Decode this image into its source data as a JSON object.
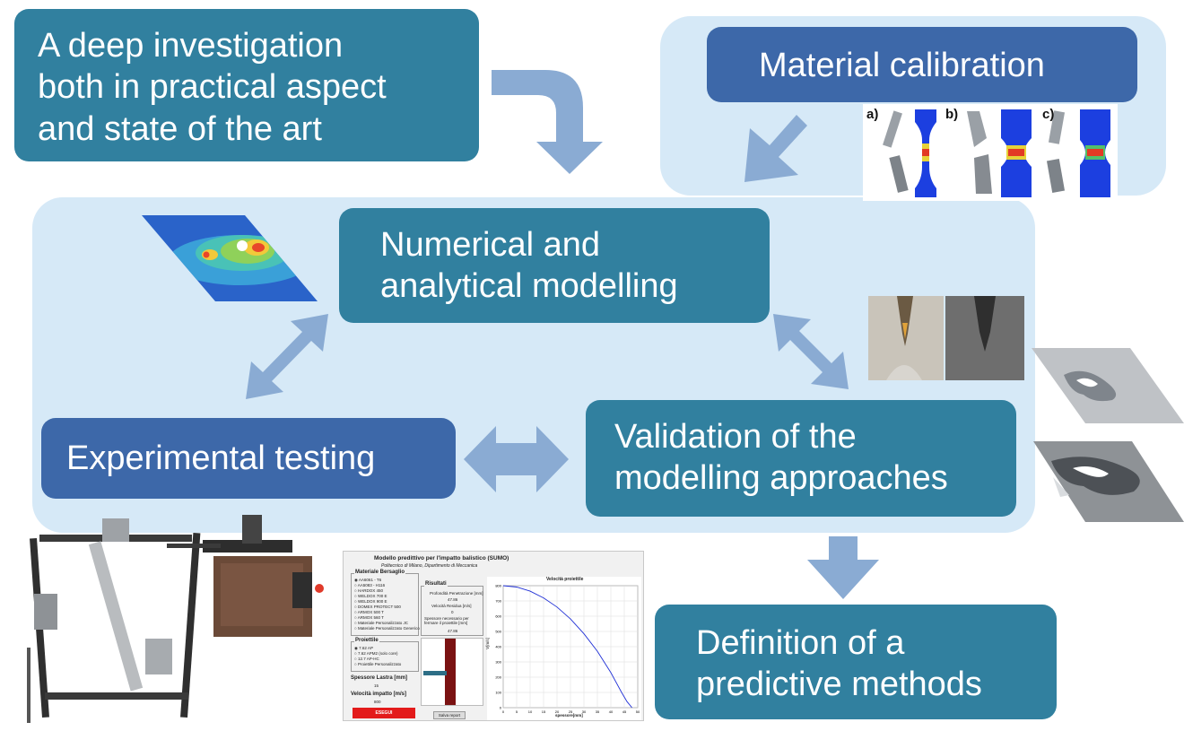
{
  "boxes": {
    "investigation": "A deep investigation\nboth in practical aspect\nand state of the art",
    "calibration": "Material calibration",
    "numerical": "Numerical and\nanalytical modelling",
    "experimental": "Experimental testing",
    "validation": "Validation of the\nmodelling approaches",
    "definition": "Definition of a\npredictive methods"
  },
  "calibration_image": {
    "labels": [
      "a)",
      "b)",
      "c)"
    ]
  },
  "gui": {
    "title": "Modello predittivo per l'impatto balistico  (SUMO)",
    "subtitle": "Politecnico di Milano, Dipartimento di Meccanica",
    "material_group": "Materiale Bersaglio",
    "materials": [
      "AA6061 - T6",
      "AA5083 - H116",
      "HARDOX 450",
      "WELDOX 700 E",
      "WELDOX 900 E",
      "DOMEX PROTECT 500",
      "ARMOX 500 T",
      "ARMOX 560 T",
      "Materiale Personalizzato JC",
      "Materiale Personalizzato Generico"
    ],
    "projectile_group": "Proiettile",
    "projectiles": [
      "7.62 AP",
      "7.62 APM2 (solo core)",
      "12.7 AP-HC",
      "Proiettile Personalizzato"
    ],
    "thickness_label": "Spessore Lastra [mm]",
    "thickness_value": "15",
    "velocity_label": "Velocità impatto [m/s]",
    "velocity_value": "800",
    "run_button": "ESEGUI",
    "results_group": "Risultati",
    "result1_label": "Profondità Penetrazione [mm]",
    "result1_value": "47.86",
    "result2_label": "Velocità Residua [m/s]",
    "result2_value": "0",
    "result3_label": "Spessore necessario per fermare il proiettile [mm]",
    "result3_value": "47.86",
    "save_button": "Salva report",
    "chart_title": "Velocità proiettile",
    "x_label": "spessore[mm]",
    "y_label": "V[m/s]"
  },
  "chart_data": {
    "type": "line",
    "title": "Velocità proiettile",
    "xlabel": "spessore[mm]",
    "ylabel": "V[m/s]",
    "xlim": [
      0,
      50
    ],
    "ylim": [
      0,
      800
    ],
    "xticks": [
      0,
      5,
      10,
      15,
      20,
      25,
      30,
      35,
      40,
      45,
      50
    ],
    "yticks": [
      0,
      100,
      200,
      300,
      400,
      500,
      600,
      700,
      800
    ],
    "grid": true,
    "series": [
      {
        "x": [
          0,
          5,
          10,
          15,
          20,
          25,
          30,
          35,
          40,
          44,
          46,
          47.86
        ],
        "y": [
          800,
          791,
          764,
          720,
          660,
          582,
          485,
          370,
          230,
          100,
          40,
          0
        ]
      }
    ]
  },
  "colors": {
    "teal_box": "#31809f",
    "navy_box": "#3d68a9",
    "panel": "#d6e9f7",
    "arrow": "#8aabd3",
    "curve": "#1f2fd6"
  }
}
